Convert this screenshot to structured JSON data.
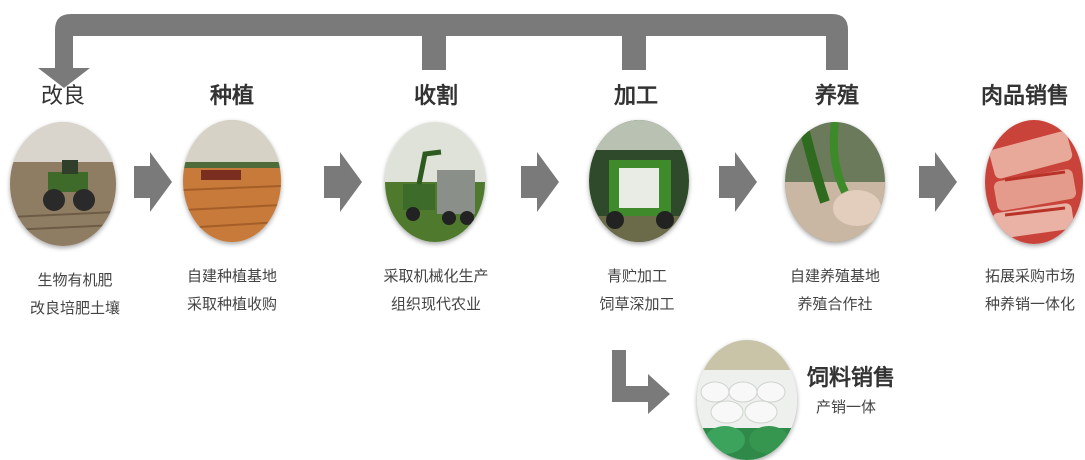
{
  "stages": [
    {
      "title": "改良",
      "lines": [
        "生物有机肥",
        "改良培肥土壤"
      ]
    },
    {
      "title": "种植",
      "lines": [
        "自建种植基地",
        "采取种植收购"
      ]
    },
    {
      "title": "收割",
      "lines": [
        "采取机械化生产",
        "组织现代农业"
      ]
    },
    {
      "title": "加工",
      "lines": [
        "青贮加工",
        "饲草深加工"
      ]
    },
    {
      "title": "养殖",
      "lines": [
        "自建养殖基地",
        "养殖合作社"
      ]
    },
    {
      "title": "肉品销售",
      "lines": [
        "拓展采购市场",
        "种养销一体化"
      ]
    }
  ],
  "feed": {
    "title": "饲料销售",
    "subtitle": "产销一体"
  },
  "colors": {
    "arrow": "#7a7a7a",
    "text": "#333333"
  }
}
